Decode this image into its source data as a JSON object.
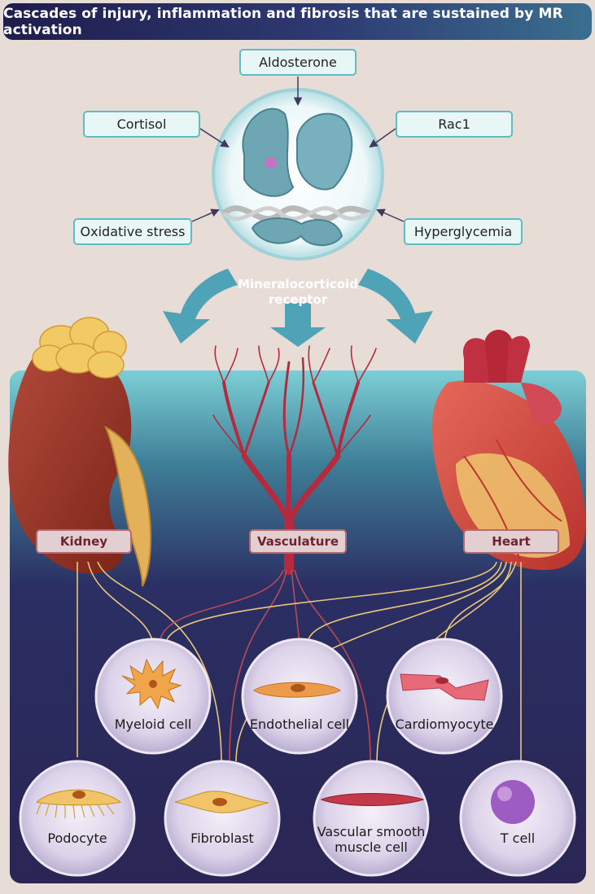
{
  "title": "Cascades of injury, inflammation and fibrosis that are sustained by MR activation",
  "activators": {
    "aldosterone": "Aldosterone",
    "cortisol": "Cortisol",
    "rac1": "Rac1",
    "oxidative_stress": "Oxidative stress",
    "hyperglycemia": "Hyperglycemia"
  },
  "receptor": {
    "line1": "Mineralocorticoid",
    "line2": "receptor"
  },
  "organs": {
    "kidney": "Kidney",
    "vasculature": "Vasculature",
    "heart": "Heart"
  },
  "cells": {
    "myeloid": "Myeloid cell",
    "endothelial": "Endothelial cell",
    "cardiomyocyte": "Cardiomyocyte",
    "podocyte": "Podocyte",
    "fibroblast": "Fibroblast",
    "vsmc_line1": "Vascular smooth",
    "vsmc_line2": "muscle cell",
    "tcell": "T cell"
  },
  "colors": {
    "title_bg": "#1f1d4e",
    "background": "#e8ddd6",
    "box_border": "#5fbcc2",
    "arrow_teal": "#4fa3b6",
    "panel_dark": "#2a2554",
    "organ_label_bg": "#e2cfd2",
    "organ_label_text": "#6e2333",
    "cell_circle": "#d9cfe6",
    "yellow_line": "#e8c77a",
    "red_line": "#b84a58"
  }
}
